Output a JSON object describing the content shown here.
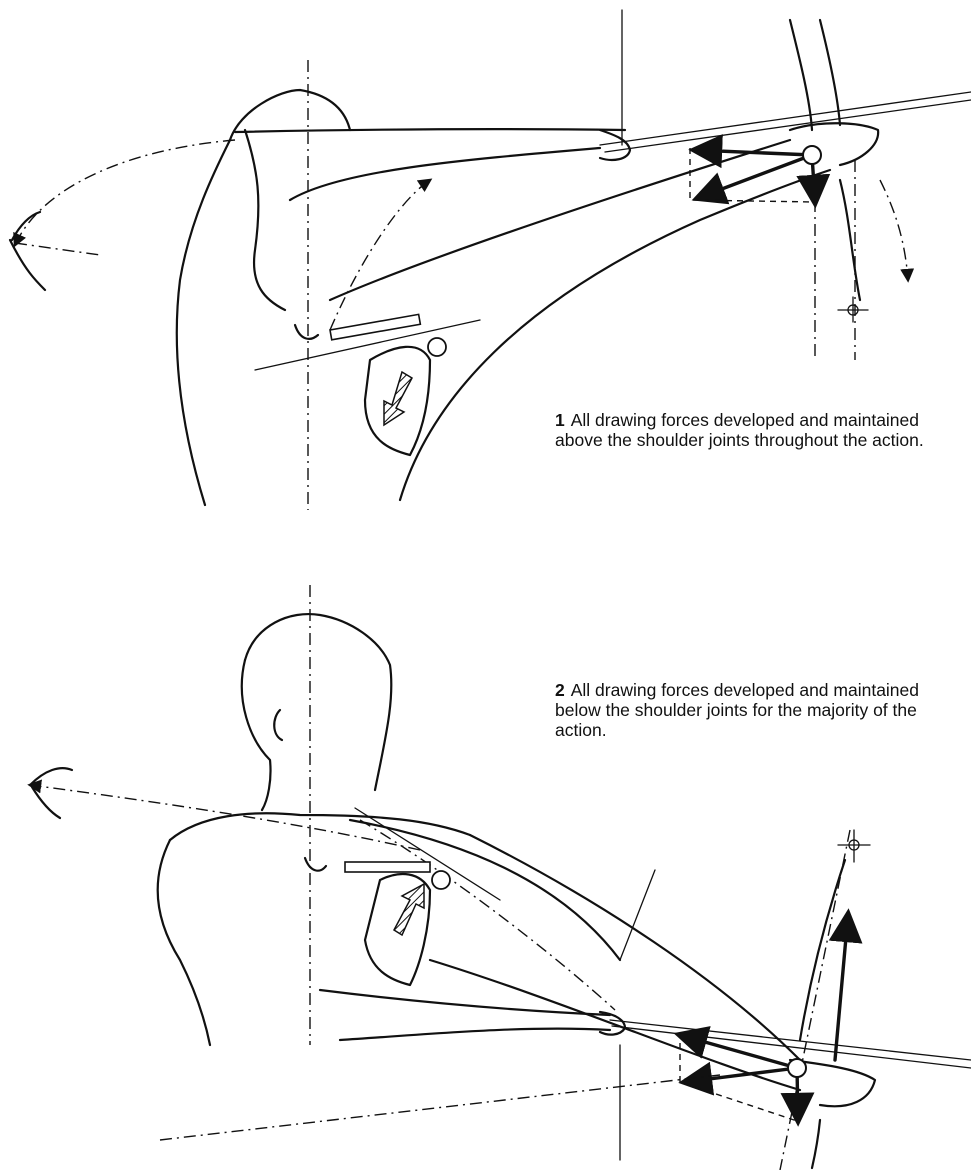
{
  "captions": [
    {
      "number": "1",
      "text": "All drawing forces developed and maintained above the shoulder joints throughout the action."
    },
    {
      "number": "2",
      "text": "All drawing forces developed and maintained below the shoulder joints for the majority of the action."
    }
  ],
  "colors": {
    "ink": "#111111",
    "paper": "#ffffff"
  }
}
